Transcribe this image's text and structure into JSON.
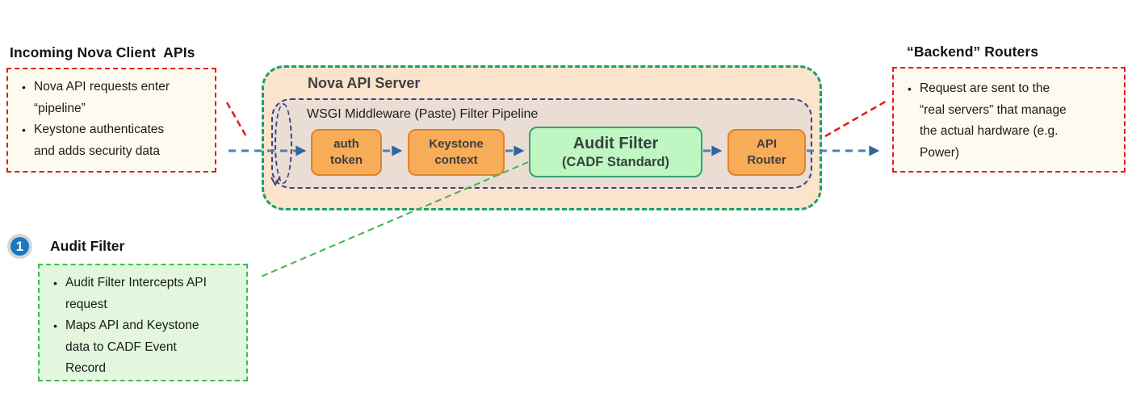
{
  "colors": {
    "nova_fill": "#FCE3CB",
    "nova_border": "#12A26D",
    "pipeline_fill": "#EADDD3",
    "pipeline_border": "#3E3E82",
    "stage_fill": "#F7AC58",
    "stage_border": "#DD8526",
    "audit_stage_fill": "#BFF6C1",
    "audit_stage_border": "#2EA577",
    "note_fill": "#FDFAEF",
    "note_border": "#E11B1E",
    "green_note_fill": "#E2F7DD",
    "green_note_border": "#3DBE4E",
    "flow_arrow": "#4C7DB4",
    "flow_arrowhead": "#2D659F",
    "callout_line": "#41B549",
    "step_badge_fill": "#1779C0"
  },
  "left_note": {
    "title": "Incoming Nova Client  APIs",
    "bullets": [
      "Nova API requests enter “pipeline”",
      "Keystone authenticates and adds security data"
    ]
  },
  "nova_server": {
    "title": "Nova API Server",
    "pipeline": {
      "title": "WSGI Middleware (Paste) Filter Pipeline",
      "stages": [
        {
          "id": "auth-token",
          "line1": "auth",
          "line2": "token"
        },
        {
          "id": "keystone-context",
          "line1": "Keystone",
          "line2": "context"
        },
        {
          "id": "audit-filter",
          "line1": "Audit Filter",
          "line2": "(CADF Standard)"
        },
        {
          "id": "api-router",
          "line1": "API",
          "line2": "Router"
        }
      ]
    }
  },
  "backend_note": {
    "title": "“Backend” Routers",
    "bullets": [
      "Request are sent to the “real servers” that manage the actual hardware (e.g. Power)"
    ]
  },
  "audit_callout": {
    "step_number": "1",
    "title": "Audit Filter",
    "bullets": [
      "Audit Filter Intercepts API request",
      "Maps API and Keystone data to CADF Event Record"
    ]
  }
}
